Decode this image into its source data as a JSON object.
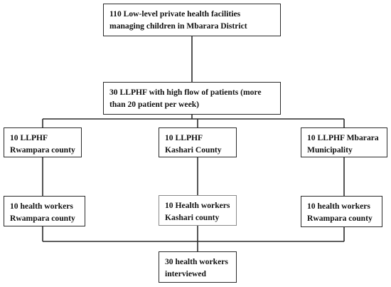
{
  "diagram": {
    "top_box": {
      "lines": [
        "110 Low-level private health facilities",
        "managing children in Mbarara District"
      ]
    },
    "second_box": {
      "lines": [
        "30 LLPHF with high flow of patients (more",
        "than 20 patient per week)"
      ]
    },
    "county_boxes": [
      {
        "lines": [
          "10 LLPHF",
          "Rwampara county"
        ]
      },
      {
        "lines": [
          "10 LLPHF",
          "Kashari County"
        ]
      },
      {
        "lines": [
          "10 LLPHF Mbarara",
          "Municipality"
        ]
      }
    ],
    "worker_boxes": [
      {
        "lines": [
          "10 health workers",
          "Rwampara county"
        ]
      },
      {
        "lines": [
          "10 Health workers",
          "Kashari county"
        ]
      },
      {
        "lines": [
          "10 health workers",
          "Rwampara county"
        ]
      }
    ],
    "bottom_box": {
      "lines": [
        "30 health workers",
        "interviewed"
      ]
    }
  },
  "colors": {
    "border": "#2a2a2a",
    "connector": "#2a2a2a",
    "text": "#111111",
    "background": "#ffffff"
  }
}
